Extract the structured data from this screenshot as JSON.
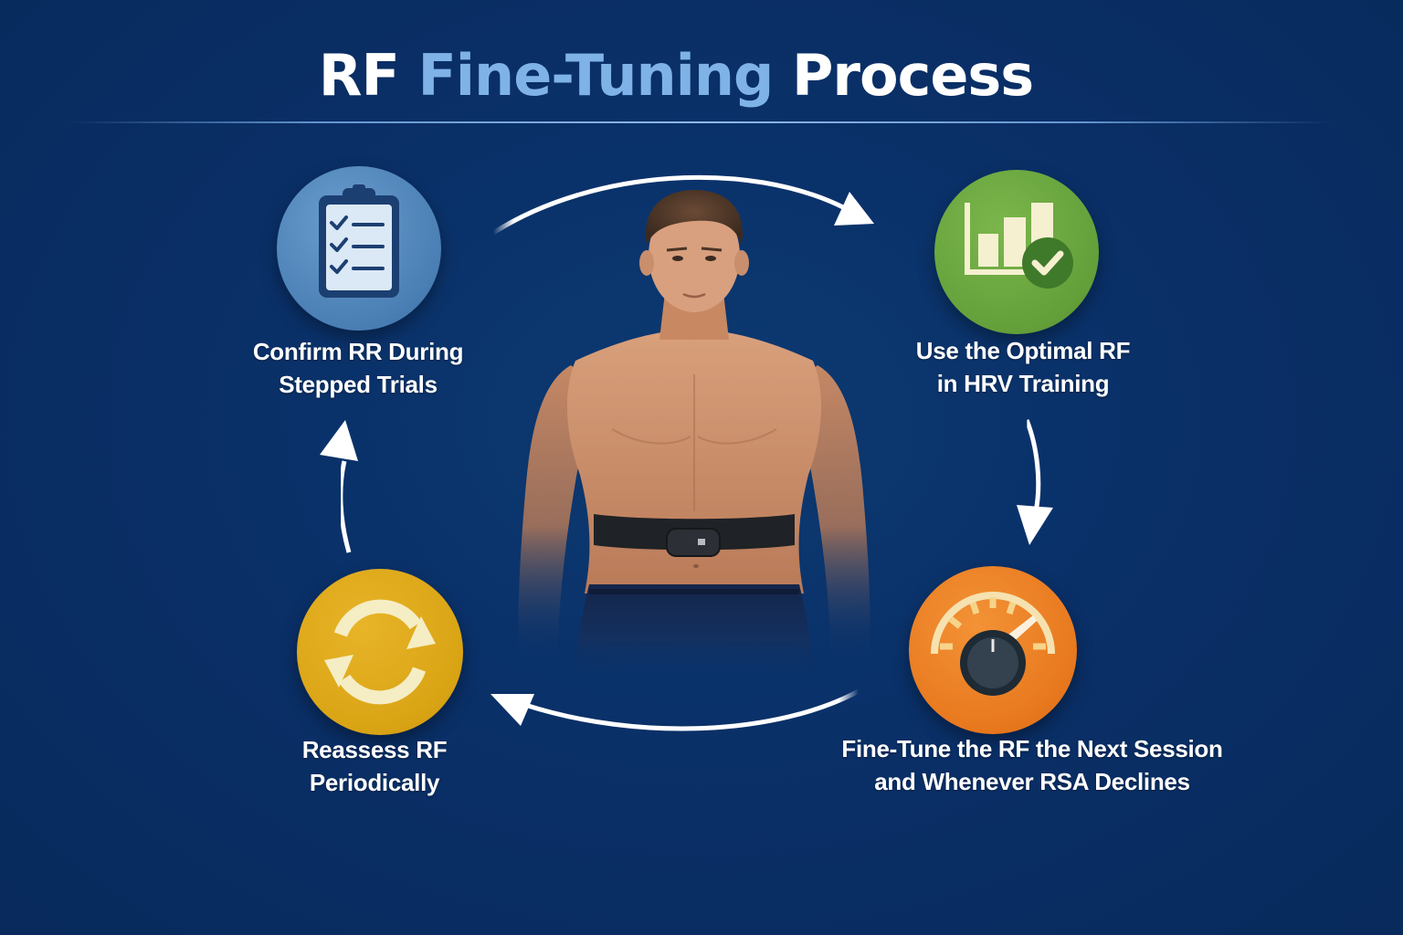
{
  "title": {
    "part1": "RF ",
    "part2": "Fine-Tuning",
    "part3": " Process"
  },
  "colors": {
    "background": "#0a3068",
    "title_accent": "#7fb3e8",
    "step_confirm": "#4f86bd",
    "step_optimal": "#66a43c",
    "step_finetune": "#e8781e",
    "step_reassess": "#d9a414"
  },
  "steps": [
    {
      "id": "confirm",
      "icon": "clipboard-checklist-icon",
      "line1": "Confirm RR During",
      "line2": "Stepped Trials"
    },
    {
      "id": "optimal",
      "icon": "bar-chart-check-icon",
      "line1": "Use the Optimal RF",
      "line2": "in HRV Training"
    },
    {
      "id": "finetune",
      "icon": "gauge-dial-icon",
      "line1": "Fine-Tune the RF the Next Session",
      "line2": "and Whenever RSA Declines"
    },
    {
      "id": "reassess",
      "icon": "refresh-cycle-icon",
      "line1": "Reassess RF",
      "line2": "Periodically"
    }
  ],
  "center_image": "man-wearing-chest-strap-heart-rate-monitor"
}
